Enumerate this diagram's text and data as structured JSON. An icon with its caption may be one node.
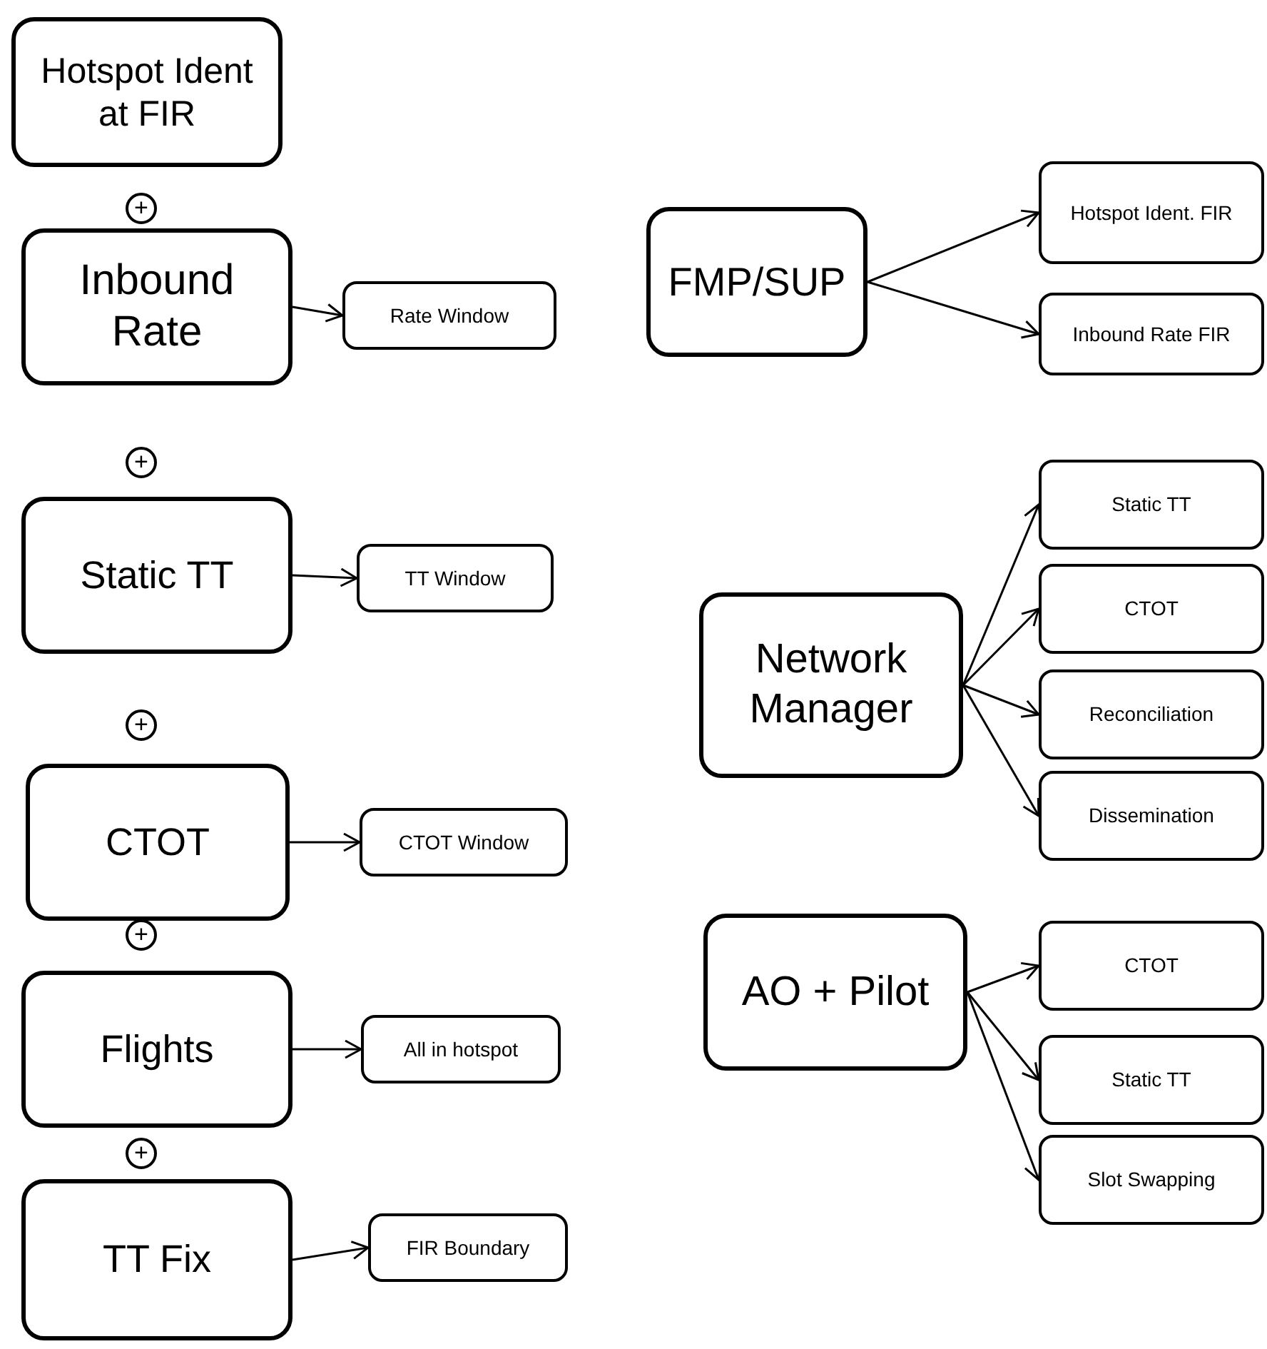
{
  "diagram": {
    "nodes": [
      {
        "text": [
          "Hotspot Ident at FIR"
        ]
      },
      {
        "text": [
          "+"
        ]
      },
      {
        "text": [
          "Inbound Rate"
        ]
      },
      {
        "text": [
          "Rate Window"
        ]
      },
      {
        "text": [
          "+"
        ]
      },
      {
        "text": [
          "Static TT"
        ]
      },
      {
        "text": [
          "TT Window"
        ]
      },
      {
        "text": [
          "+"
        ]
      },
      {
        "text": [
          "CTOT"
        ]
      },
      {
        "text": [
          "CTOT Window"
        ]
      },
      {
        "text": [
          "+"
        ]
      },
      {
        "text": [
          "Flights"
        ]
      },
      {
        "text": [
          "All in hotspot"
        ]
      },
      {
        "text": [
          "+"
        ]
      },
      {
        "text": [
          "TT Fix"
        ]
      },
      {
        "text": [
          "FIR Boundary"
        ]
      },
      {
        "text": [
          "FMP/SUP"
        ]
      },
      {
        "text": [
          "Hotspot Ident. FIR"
        ]
      },
      {
        "text": [
          "Inbound Rate FIR"
        ]
      },
      {
        "text": [
          "Network Manager"
        ]
      },
      {
        "text": [
          "Static TT"
        ]
      },
      {
        "text": [
          "CTOT"
        ]
      },
      {
        "text": [
          "Reconciliation"
        ]
      },
      {
        "text": [
          "Dissemination"
        ]
      },
      {
        "text": [
          "AO + Pilot"
        ]
      },
      {
        "text": [
          "CTOT"
        ]
      },
      {
        "text": [
          "Static TT"
        ]
      },
      {
        "text": [
          "Slot Swapping"
        ]
      }
    ],
    "edges": [
      {
        "from": 2,
        "to": 3,
        "arrow": "to"
      },
      {
        "from": 5,
        "to": 6,
        "arrow": "to"
      },
      {
        "from": 8,
        "to": 9,
        "arrow": "to"
      },
      {
        "from": 11,
        "to": 12,
        "arrow": "to"
      },
      {
        "from": 14,
        "to": 15,
        "arrow": "to"
      },
      {
        "from": 16,
        "to": 17,
        "arrow": "to"
      },
      {
        "from": 16,
        "to": 18,
        "arrow": "to"
      },
      {
        "from": 19,
        "to": 20,
        "arrow": "to"
      },
      {
        "from": 19,
        "to": 21,
        "arrow": "to"
      },
      {
        "from": 19,
        "to": 22,
        "arrow": "to"
      },
      {
        "from": 19,
        "to": 23,
        "arrow": "to"
      },
      {
        "from": 24,
        "to": 25,
        "arrow": "to"
      },
      {
        "from": 24,
        "to": 26,
        "arrow": "to"
      },
      {
        "from": 24,
        "to": 27,
        "arrow": "to"
      }
    ]
  }
}
